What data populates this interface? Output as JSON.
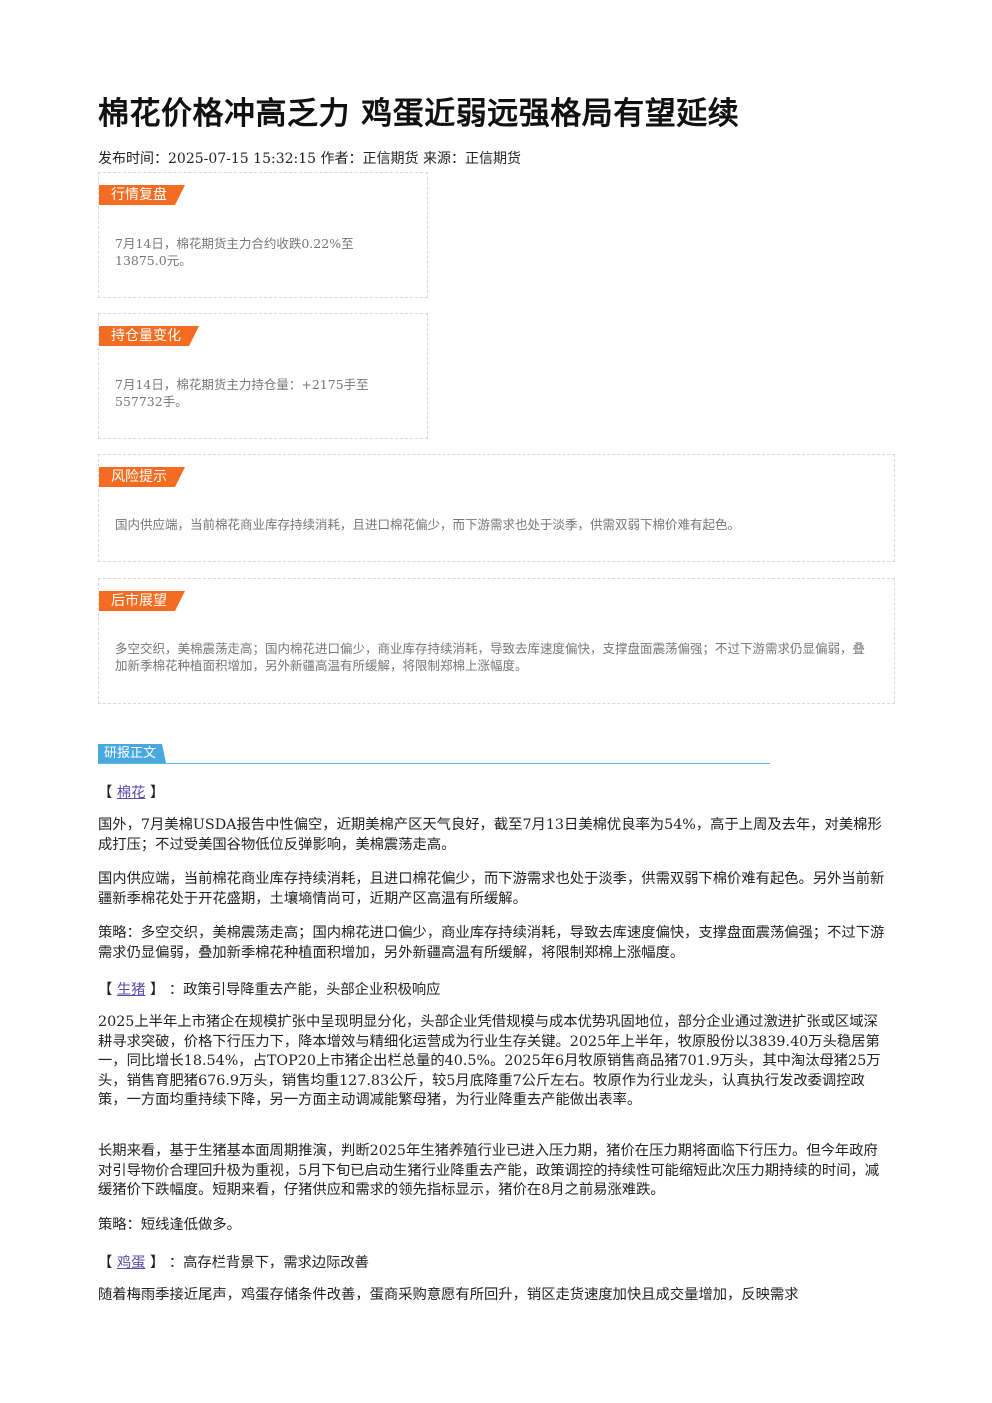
{
  "article": {
    "title": "棉花价格冲高乏力 鸡蛋近弱远强格局有望延续",
    "meta": "发布时间：2025-07-15 15:32:15 作者：正信期货 来源：正信期货"
  },
  "boxes": {
    "market_review": {
      "tag": "行情复盘",
      "text": "7月14日，棉花期货主力合约收跌0.22%至13875.0元。"
    },
    "position_change": {
      "tag": "持仓量变化",
      "text": "7月14日，棉花期货主力持仓量：+2175手至557732手。"
    },
    "risk_warning": {
      "tag": "风险提示",
      "text": "国内供应端，当前棉花商业库存持续消耗，且进口棉花偏少，而下游需求也处于淡季，供需双弱下棉价难有起色。"
    },
    "outlook": {
      "tag": "后市展望",
      "text": "多空交织，美棉震荡走高；国内棉花进口偏少，商业库存持续消耗，导致去库速度偏快，支撑盘面震荡偏强；不过下游需求仍显偏弱，叠加新季棉花种植面积增加，另外新疆高温有所缓解，将限制郑棉上涨幅度。"
    }
  },
  "report": {
    "section_label": "研报正文",
    "cotton": {
      "open": "【",
      "link": "棉花",
      "close": "】",
      "p1": "国外，7月美棉USDA报告中性偏空，近期美棉产区天气良好，截至7月13日美棉优良率为54%，高于上周及去年，对美棉形成打压；不过受美国谷物低位反弹影响，美棉震荡走高。",
      "p2": "国内供应端，当前棉花商业库存持续消耗，且进口棉花偏少，而下游需求也处于淡季，供需双弱下棉价难有起色。另外当前新疆新季棉花处于开花盛期，土壤墒情尚可，近期产区高温有所缓解。",
      "p3": "策略：多空交织，美棉震荡走高；国内棉花进口偏少，商业库存持续消耗，导致去库速度偏快，支撑盘面震荡偏强；不过下游需求仍显偏弱，叠加新季棉花种植面积增加，另外新疆高温有所缓解，将限制郑棉上涨幅度。"
    },
    "hog": {
      "open": "【",
      "link": "生猪",
      "close": "】",
      "subtitle": "：政策引导降重去产能，头部企业积极响应",
      "p1": "2025上半年上市猪企在规模扩张中呈现明显分化，头部企业凭借规模与成本优势巩固地位，部分企业通过激进扩张或区域深耕寻求突破，价格下行压力下，降本增效与精细化运营成为行业生存关键。2025年上半年，牧原股份以3839.40万头稳居第一，同比增长18.54%，占TOP20上市猪企出栏总量的40.5%。2025年6月牧原销售商品猪701.9万头，其中淘汰母猪25万头，销售育肥猪676.9万头，销售均重127.83公斤，较5月底降重7公斤左右。牧原作为行业龙头，认真执行发改委调控政策，一方面均重持续下降，另一方面主动调减能繁母猪，为行业降重去产能做出表率。",
      "p2": "长期来看，基于生猪基本面周期推演，判断2025年生猪养殖行业已进入压力期，猪价在压力期将面临下行压力。但今年政府对引导物价合理回升极为重视，5月下旬已启动生猪行业降重去产能，政策调控的持续性可能缩短此次压力期持续的时间，减缓猪价下跌幅度。短期来看，仔猪供应和需求的领先指标显示，猪价在8月之前易涨难跌。",
      "p3": "策略：短线逢低做多。"
    },
    "egg": {
      "open": "【",
      "link": "鸡蛋",
      "close": "】",
      "subtitle": "：高存栏背景下，需求边际改善",
      "p1": "随着梅雨季接近尾声，鸡蛋存储条件改善，蛋商采购意愿有所回升，销区走货速度加快且成交量增加，反映需求"
    }
  }
}
